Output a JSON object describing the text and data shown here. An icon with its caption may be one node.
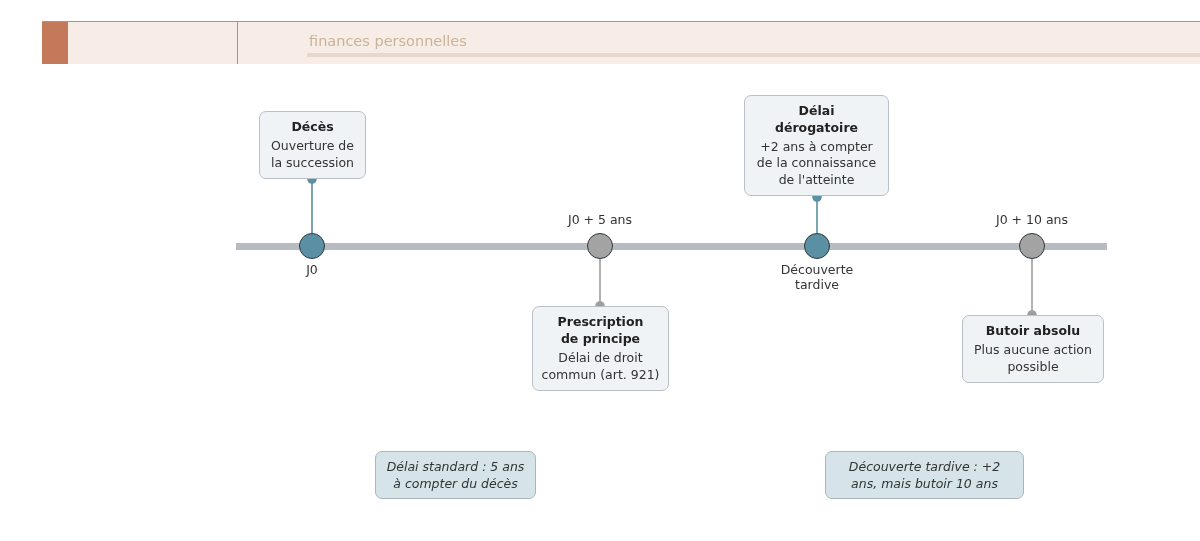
{
  "diagram": {
    "nodes": [
      {
        "text": [
          "Décès",
          "Ouverture de la succession"
        ]
      },
      {
        "text": [],
        "shape": "circle",
        "beside": [
          "J0"
        ]
      },
      {
        "text": [],
        "shape": "circle",
        "beside": [
          "J0 + 5 ans"
        ]
      },
      {
        "text": [
          "Prescription de principe",
          "Délai de droit commun (art. 921)"
        ]
      },
      {
        "text": [
          "Délai dérogatoire",
          "+2 ans à compter de la connaissance de l'atteinte"
        ]
      },
      {
        "text": [],
        "shape": "circle",
        "beside": [
          "Découverte tardive"
        ]
      },
      {
        "text": [],
        "shape": "circle",
        "beside": [
          "J0 + 10 ans"
        ]
      },
      {
        "text": [
          "Butoir absolu",
          "Plus aucune action possible"
        ]
      },
      {
        "text": [
          "Délai standard : 5 ans à compter du décès"
        ]
      },
      {
        "text": [
          "Découverte tardive : +2 ans, mais butoir 10 ans"
        ]
      }
    ],
    "edges": [
      {
        "from": 1,
        "to": 0,
        "arrow": "other",
        "color": "#5b8fa3"
      },
      {
        "from": 2,
        "to": 3,
        "arrow": "other",
        "color": "#9e9e9e"
      },
      {
        "from": 5,
        "to": 4,
        "arrow": "other",
        "color": "#5b8fa3"
      },
      {
        "from": 6,
        "to": 7,
        "arrow": "other",
        "color": "#9e9e9e"
      }
    ],
    "labels": [
      "finances personnelles"
    ]
  }
}
